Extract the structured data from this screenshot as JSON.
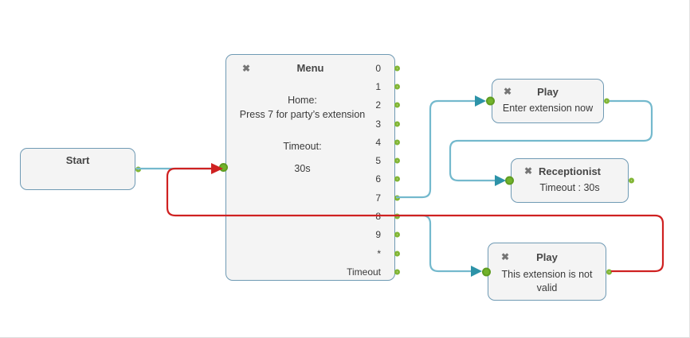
{
  "colors": {
    "node-border": "#6f9ab4",
    "node-bg": "#f4f4f4",
    "title": "#474747",
    "text": "#3a3a3a",
    "close": "#757575",
    "port-green": "#82b636",
    "port-fill": "#72b32b",
    "line-teal": "#74b9cd",
    "arrow-teal": "#2d93a8",
    "line-red": "#cf2121"
  },
  "nodes": {
    "start": {
      "title": "Start"
    },
    "menu": {
      "close_label": "✖",
      "title": "Menu",
      "home_label": "Home:",
      "home_value": "Press 7 for party’s extension",
      "timeout_label": "Timeout:",
      "timeout_value": "30s",
      "ports": [
        "0",
        "1",
        "2",
        "3",
        "4",
        "5",
        "6",
        "7",
        "8",
        "9",
        "*",
        "Timeout"
      ]
    },
    "play1": {
      "close_label": "✖",
      "title": "Play",
      "text": "Enter extension now"
    },
    "receptionist": {
      "close_label": "✖",
      "title": "Receptionist",
      "text": "Timeout : 30s"
    },
    "play2": {
      "close_label": "✖",
      "title": "Play",
      "text": "This extension is not valid"
    }
  }
}
